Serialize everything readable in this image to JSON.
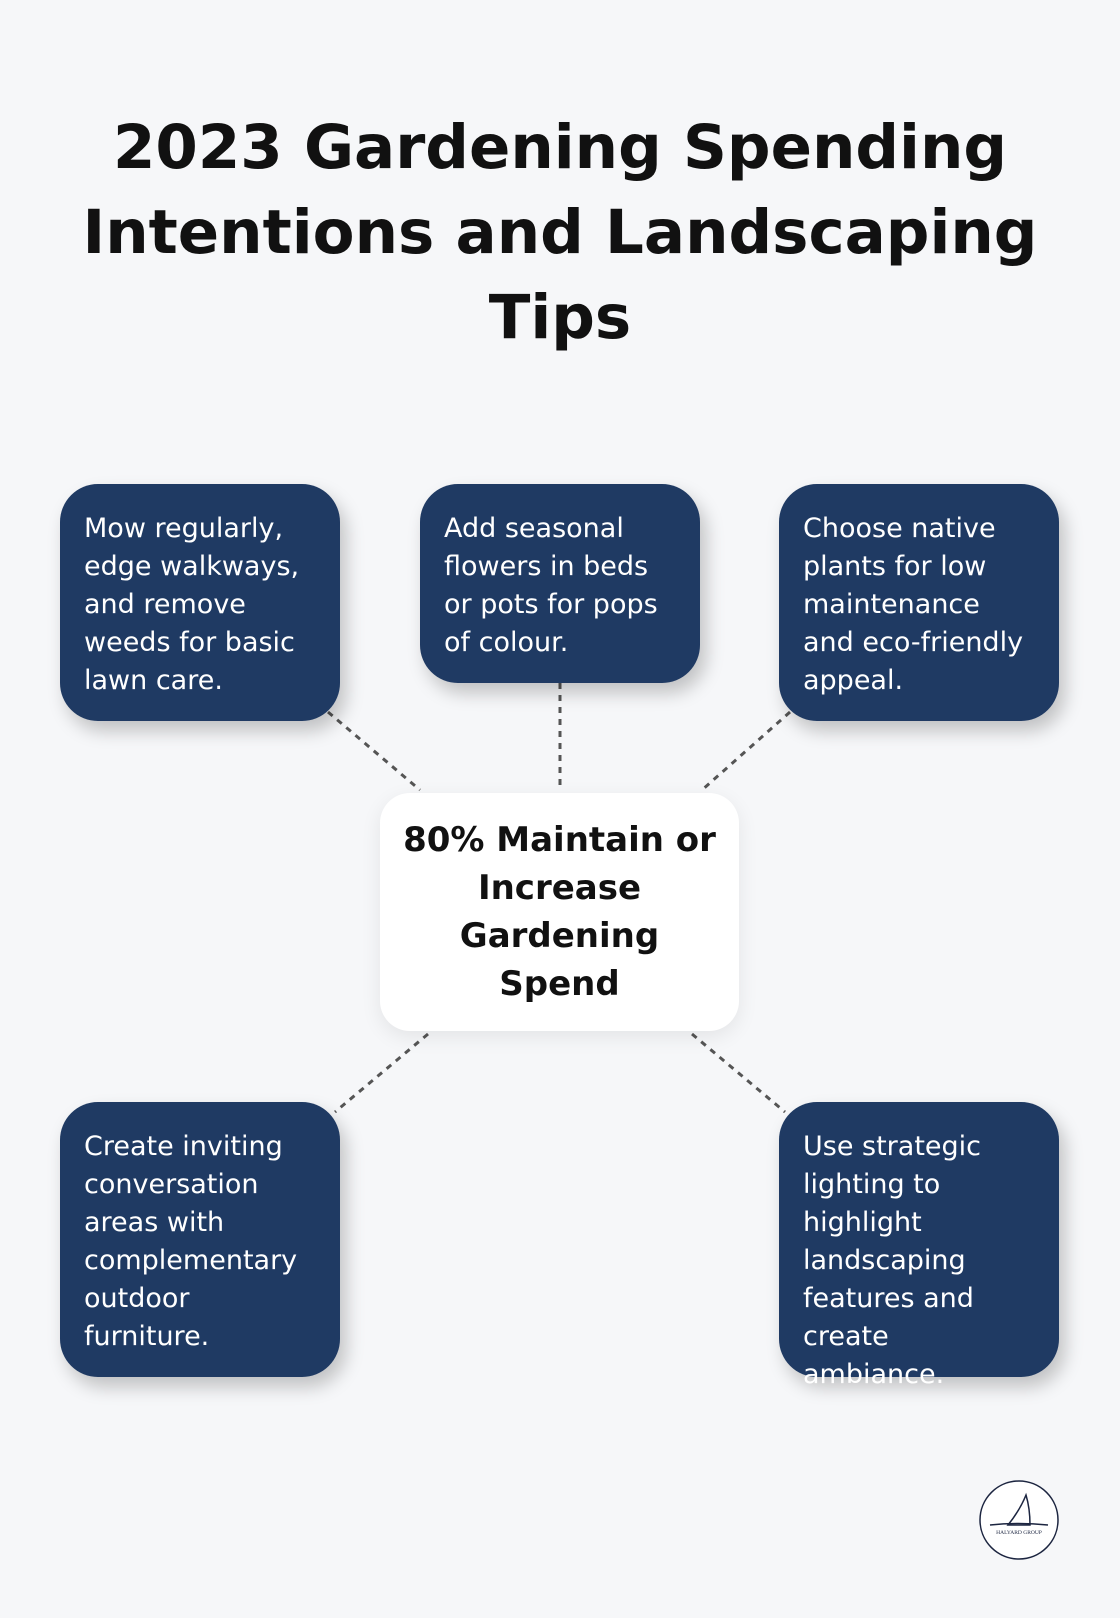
{
  "title": "2023 Gardening Spending Intentions and Landscaping Tips",
  "center": "80% Maintain or Increase Gardening Spend",
  "tips": [
    "Mow regularly, edge walkways, and remove weeds for basic lawn care.",
    "Add seasonal flowers in beds or pots for pops of colour.",
    "Choose native plants for low maintenance and eco-friendly appeal.",
    "Create inviting conversation areas with complementary outdoor furniture.",
    "Use strategic lighting to highlight landscaping features and create ambiance."
  ],
  "colors": {
    "card": "#1f3a63",
    "background": "#f6f7f9"
  },
  "logo": {
    "text": "HALYARD GROUP"
  }
}
